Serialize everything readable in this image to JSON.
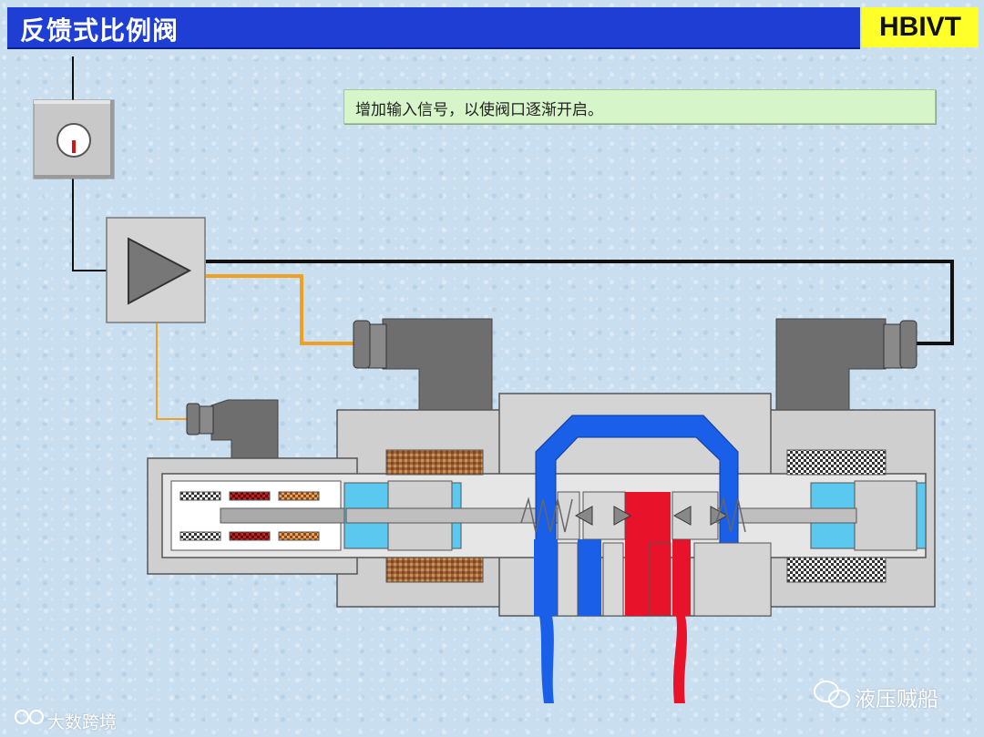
{
  "header": {
    "title": "反馈式比例阀",
    "brand": "HBIVT"
  },
  "note": {
    "text": "增加输入信号，以使阀口逐渐开启。"
  },
  "watermarks": {
    "account": "液压贼船",
    "source": "大数跨境"
  },
  "colors": {
    "header_bg": "#1f3fd4",
    "brand_bg": "#ffff2a",
    "note_bg": "#d6f5c8",
    "pressure_oil": "#e8122a",
    "return_oil": "#1a5fe8",
    "signal_wire": "#f0a020",
    "feedback_wire": "#111111",
    "coil_copper": "#a0643a",
    "body_gray": "#cfcfcf"
  },
  "icons": [
    "gauge-icon",
    "amplifier-triangle-icon",
    "wechat-icon",
    "kuaishou-icon"
  ]
}
